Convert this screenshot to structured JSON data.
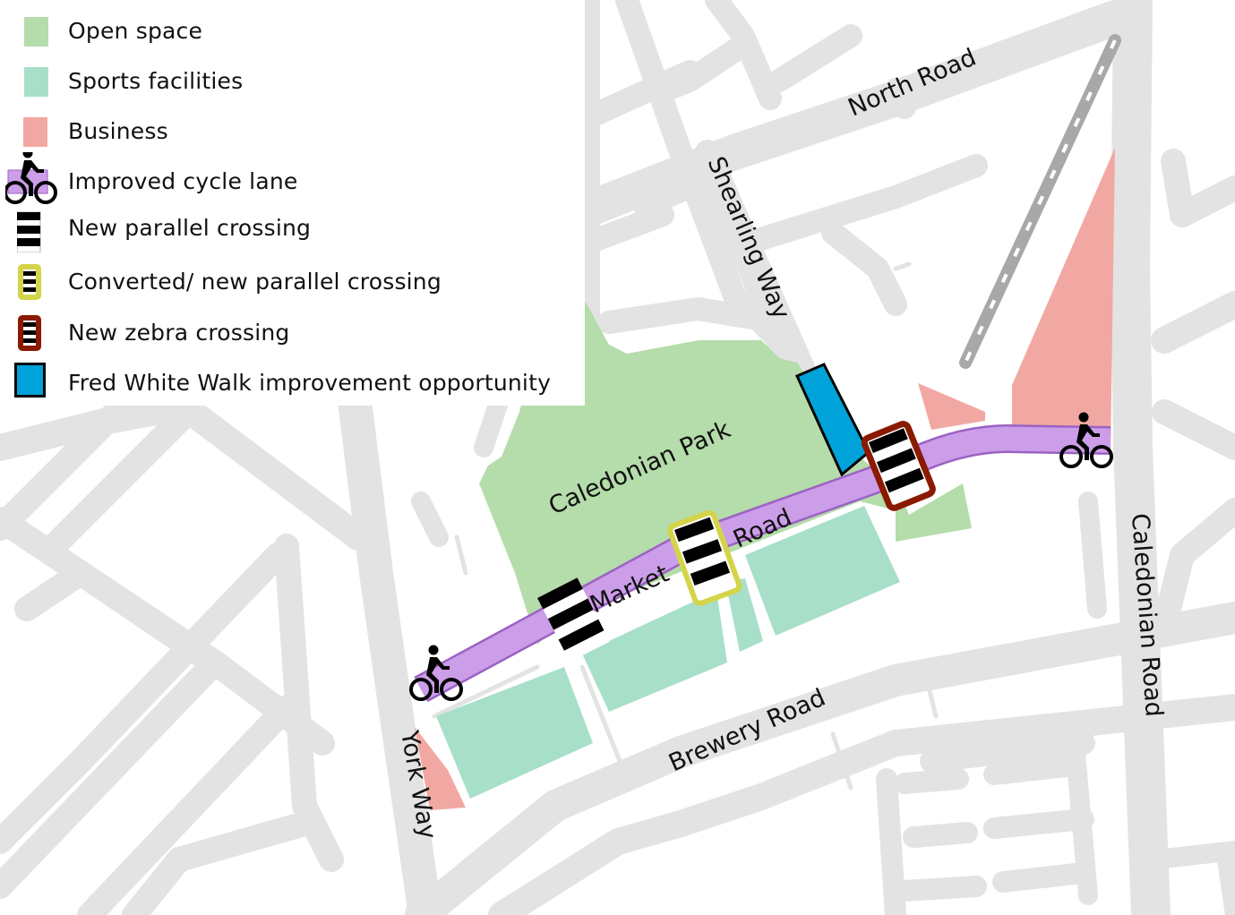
{
  "legend": {
    "items": [
      {
        "key": "open_space",
        "label": "Open space",
        "color": "#b5dcab"
      },
      {
        "key": "sports_facilities",
        "label": "Sports facilities",
        "color": "#a8dfc9"
      },
      {
        "key": "business",
        "label": "Business",
        "color": "#f2a8a2"
      },
      {
        "key": "cycle_lane",
        "label": "Improved cycle lane",
        "color": "#cc9de8",
        "icon": "bicycle-icon"
      },
      {
        "key": "new_parallel_crossing",
        "label": "New parallel crossing",
        "icon": "crossing-icon"
      },
      {
        "key": "converted_parallel_crossing",
        "label": "Converted/ new parallel crossing",
        "border_color": "#d4d44a",
        "icon": "crossing-icon"
      },
      {
        "key": "new_zebra_crossing",
        "label": "New zebra crossing",
        "border_color": "#8a1a00",
        "icon": "crossing-icon"
      },
      {
        "key": "fred_white_walk",
        "label": "Fred White Walk improvement opportunity",
        "color": "#00a3d9"
      }
    ]
  },
  "map": {
    "labels": {
      "north_road": "North Road",
      "shearling_way": "Shearling Way",
      "caledonian_park": "Caledonian Park",
      "market": "Market",
      "road": "Road",
      "brewery_road": "Brewery Road",
      "york_way": "York Way",
      "caledonian_road": "Caledonian Road"
    },
    "colors": {
      "road": "#e3e3e3",
      "open_space": "#b5dcab",
      "sports": "#a8dfc9",
      "business": "#f2a8a2",
      "cycle_lane": "#cc9de8",
      "cycle_lane_edge": "#9b62c4",
      "fred_white_walk": "#00a3d9",
      "parallel_border": "#d4d44a",
      "zebra_border": "#8a1a00",
      "railway": "#a8a8a8"
    }
  }
}
